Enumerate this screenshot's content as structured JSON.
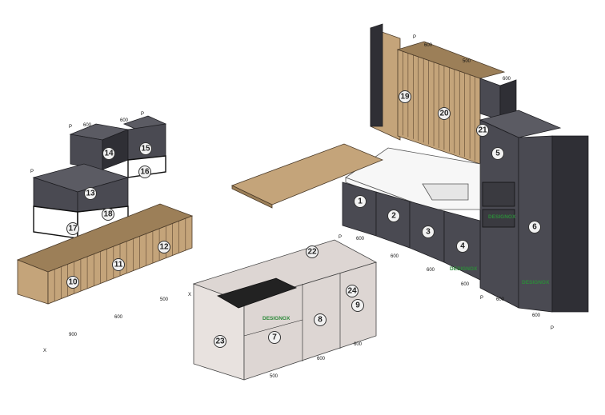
{
  "tags": [
    "1",
    "2",
    "3",
    "4",
    "5",
    "6",
    "7",
    "8",
    "9",
    "10",
    "11",
    "12",
    "13",
    "14",
    "15",
    "16",
    "17",
    "18",
    "19",
    "20",
    "21",
    "22",
    "23",
    "24"
  ],
  "brand": {
    "label": "DESIGNOX"
  },
  "dims": {
    "d600": "600",
    "d500": "500",
    "d900": "900",
    "p": "P",
    "x": "X"
  }
}
